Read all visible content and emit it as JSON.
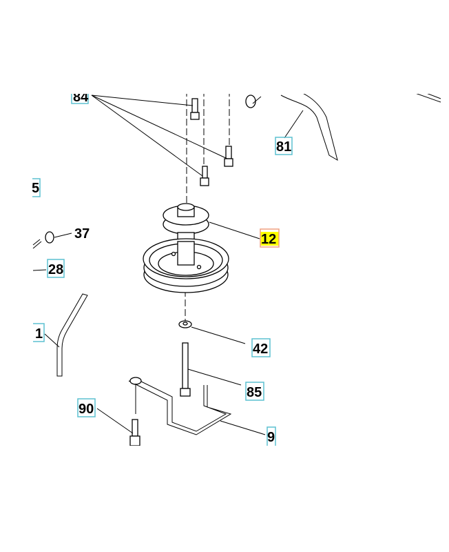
{
  "diagram": {
    "callouts": {
      "c84": "84",
      "c81": "81",
      "c5": "5",
      "c37": "37",
      "c12": "12",
      "c28": "28",
      "c1": "1",
      "c42": "42",
      "c85": "85",
      "c90": "90",
      "c9": "9"
    },
    "colors": {
      "callout_border": "#5bc0d0",
      "highlight_fill": "#ffff00",
      "highlight_border": "#f0a080"
    }
  }
}
